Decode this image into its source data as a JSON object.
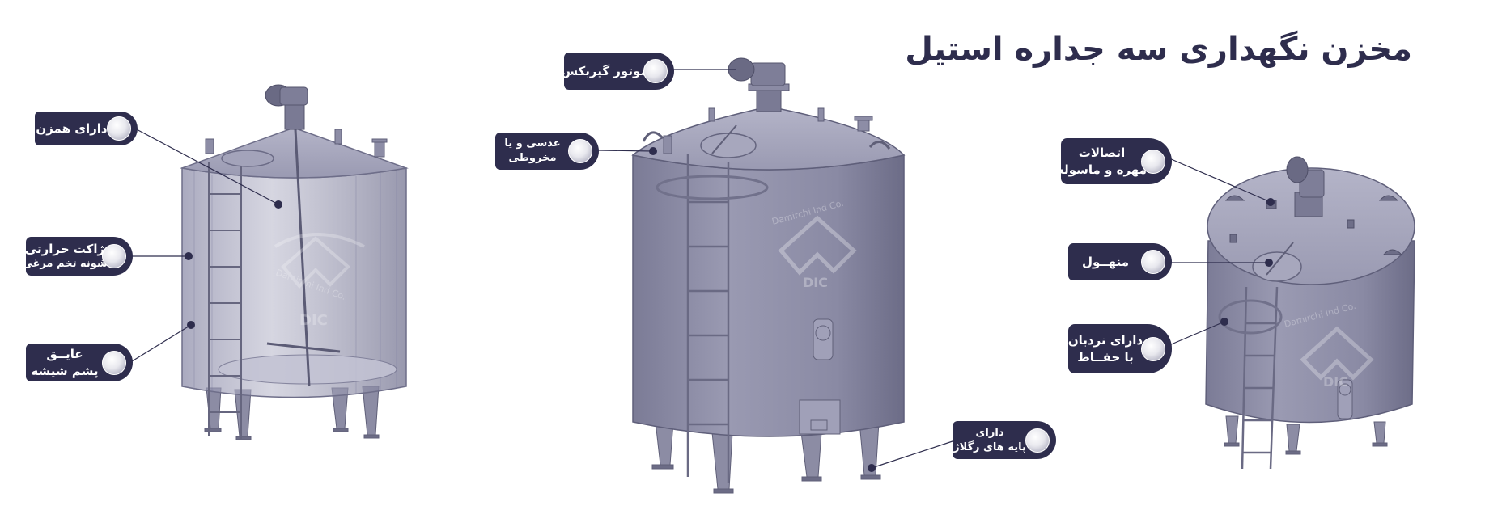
{
  "title": "مخزن نگهداری سه جداره استیل",
  "watermark": {
    "company": "Damirchi Ind Co.",
    "logo_text": "DIC"
  },
  "callouts": {
    "mixer": {
      "line1": "دارای همزن"
    },
    "jacket": {
      "line1": "ژاکت حرارتی",
      "line2": "شونه تخم مرغی"
    },
    "insulation": {
      "line1": "عایــق",
      "line2": "پشم شیشه"
    },
    "gearbox_motor": {
      "line1": "موتور گیربکس"
    },
    "head": {
      "line1": "عدسی  و یا",
      "line2": "مخروطی"
    },
    "legs": {
      "line1": "دارای",
      "line2": "پایه های رگلاژ"
    },
    "fittings": {
      "line1": "اتصالات",
      "line2": "مهره و ماسوله"
    },
    "manhole": {
      "line1": "منهــول"
    },
    "ladder": {
      "line1": "دارای نردبان",
      "line2": "با حفــاظ"
    }
  },
  "colors": {
    "callout_bg": "#2e2d4d",
    "title": "#2e2d4d",
    "tank_body": "#8a8aa3",
    "tank_dark": "#6d6d86",
    "tank_light": "#a9a9bf"
  }
}
